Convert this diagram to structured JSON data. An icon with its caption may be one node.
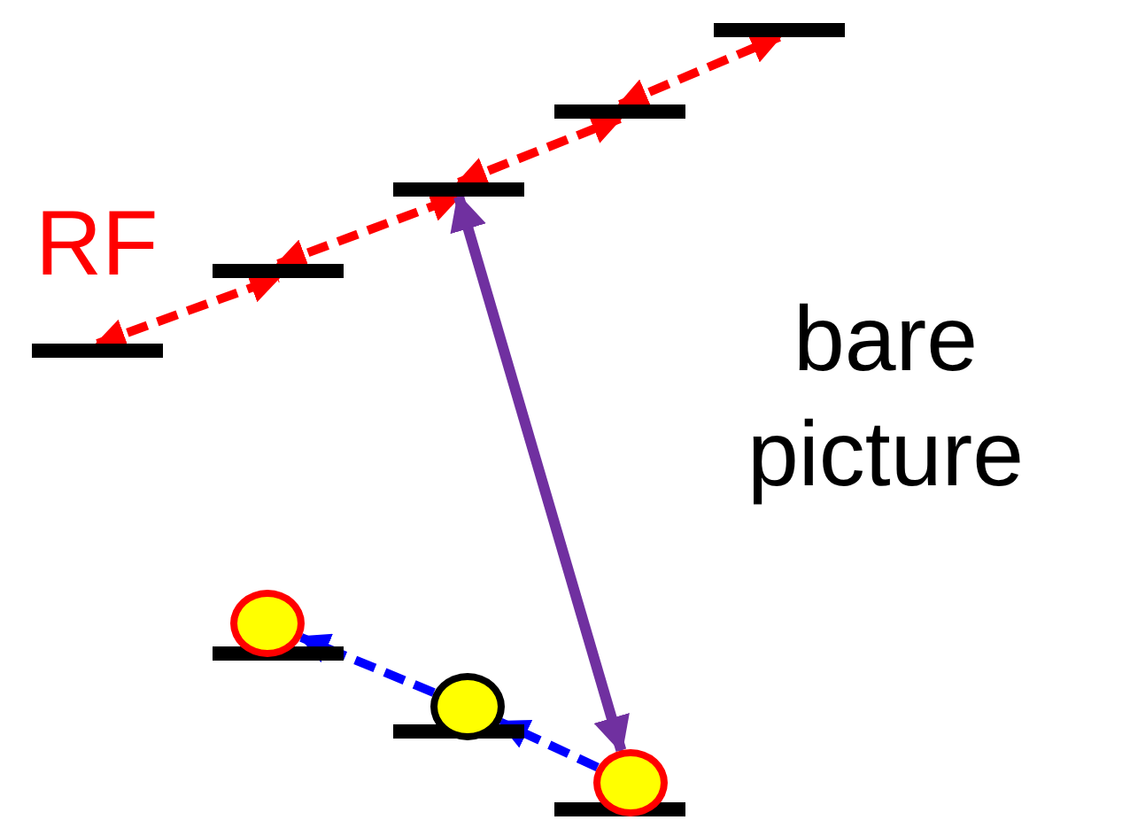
{
  "diagram": {
    "nodes": [
      {
        "text": [],
        "shape": "bar"
      },
      {
        "text": [],
        "shape": "bar"
      },
      {
        "text": [],
        "shape": "bar"
      },
      {
        "text": [],
        "shape": "bar"
      },
      {
        "text": [],
        "shape": "bar"
      },
      {
        "text": [],
        "shape": "bar"
      },
      {
        "text": [],
        "shape": "bar"
      },
      {
        "text": [],
        "shape": "bar"
      },
      {
        "text": [],
        "shape": "circle"
      },
      {
        "text": [],
        "shape": "circle"
      },
      {
        "text": [],
        "shape": "circle"
      }
    ],
    "edges": [
      {
        "from": 0,
        "to": 1,
        "arrow": "both",
        "style": "dashed"
      },
      {
        "from": 1,
        "to": 2,
        "arrow": "both",
        "style": "dashed"
      },
      {
        "from": 2,
        "to": 3,
        "arrow": "both",
        "style": "dashed"
      },
      {
        "from": 3,
        "to": 4,
        "arrow": "both",
        "style": "dashed"
      },
      {
        "from": 2,
        "to": 10,
        "arrow": "both",
        "color": "#7030a0"
      },
      {
        "from": 10,
        "to": 9,
        "arrow": "to",
        "style": "dashed",
        "color": "#0000ff"
      },
      {
        "from": 9,
        "to": 8,
        "arrow": "to",
        "style": "dashed",
        "color": "#0000ff"
      }
    ],
    "labels": [
      "RF",
      "bare picture"
    ]
  }
}
